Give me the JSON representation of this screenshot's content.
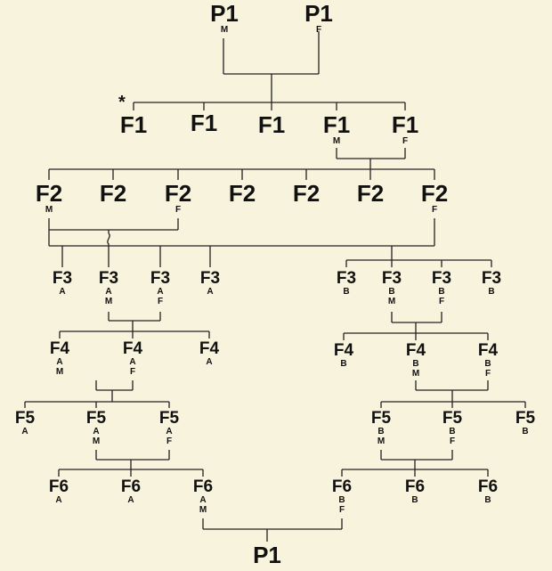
{
  "diagram": {
    "marker": "*",
    "line_color": "#222222",
    "background": "#f7f3dc",
    "nodes": [
      {
        "id": "p1m",
        "label": "P1",
        "sub": [
          "M"
        ]
      },
      {
        "id": "p1f",
        "label": "P1",
        "sub": [
          "F"
        ]
      },
      {
        "id": "f1a",
        "label": "F1",
        "sub": []
      },
      {
        "id": "f1b",
        "label": "F1",
        "sub": []
      },
      {
        "id": "f1c",
        "label": "F1",
        "sub": []
      },
      {
        "id": "f1d",
        "label": "F1",
        "sub": [
          "M"
        ]
      },
      {
        "id": "f1e",
        "label": "F1",
        "sub": [
          "F"
        ]
      },
      {
        "id": "f2a",
        "label": "F2",
        "sub": [
          "M"
        ]
      },
      {
        "id": "f2b",
        "label": "F2",
        "sub": []
      },
      {
        "id": "f2c",
        "label": "F2",
        "sub": [
          "F"
        ]
      },
      {
        "id": "f2d",
        "label": "F2",
        "sub": []
      },
      {
        "id": "f2e",
        "label": "F2",
        "sub": []
      },
      {
        "id": "f2f",
        "label": "F2",
        "sub": []
      },
      {
        "id": "f2g",
        "label": "F2",
        "sub": [
          "F"
        ]
      },
      {
        "id": "f3a1",
        "label": "F3",
        "sub": [
          "A"
        ]
      },
      {
        "id": "f3a2",
        "label": "F3",
        "sub": [
          "A",
          "M"
        ]
      },
      {
        "id": "f3a3",
        "label": "F3",
        "sub": [
          "A",
          "F"
        ]
      },
      {
        "id": "f3a4",
        "label": "F3",
        "sub": [
          "A"
        ]
      },
      {
        "id": "f3b1",
        "label": "F3",
        "sub": [
          "B"
        ]
      },
      {
        "id": "f3b2",
        "label": "F3",
        "sub": [
          "B",
          "M"
        ]
      },
      {
        "id": "f3b3",
        "label": "F3",
        "sub": [
          "B",
          "F"
        ]
      },
      {
        "id": "f3b4",
        "label": "F3",
        "sub": [
          "B"
        ]
      },
      {
        "id": "f4a1",
        "label": "F4",
        "sub": [
          "A",
          "M"
        ]
      },
      {
        "id": "f4a2",
        "label": "F4",
        "sub": [
          "A",
          "F"
        ]
      },
      {
        "id": "f4a3",
        "label": "F4",
        "sub": [
          "A"
        ]
      },
      {
        "id": "f4b1",
        "label": "F4",
        "sub": [
          "B"
        ]
      },
      {
        "id": "f4b2",
        "label": "F4",
        "sub": [
          "B",
          "M"
        ]
      },
      {
        "id": "f4b3",
        "label": "F4",
        "sub": [
          "B",
          "F"
        ]
      },
      {
        "id": "f5a1",
        "label": "F5",
        "sub": [
          "A"
        ]
      },
      {
        "id": "f5a2",
        "label": "F5",
        "sub": [
          "A",
          "M"
        ]
      },
      {
        "id": "f5a3",
        "label": "F5",
        "sub": [
          "A",
          "F"
        ]
      },
      {
        "id": "f5b1",
        "label": "F5",
        "sub": [
          "B",
          "M"
        ]
      },
      {
        "id": "f5b2",
        "label": "F5",
        "sub": [
          "B",
          "F"
        ]
      },
      {
        "id": "f5b3",
        "label": "F5",
        "sub": [
          "B"
        ]
      },
      {
        "id": "f6a1",
        "label": "F6",
        "sub": [
          "A"
        ]
      },
      {
        "id": "f6a2",
        "label": "F6",
        "sub": [
          "A"
        ]
      },
      {
        "id": "f6a3",
        "label": "F6",
        "sub": [
          "A",
          "M"
        ]
      },
      {
        "id": "f6b1",
        "label": "F6",
        "sub": [
          "B",
          "F"
        ]
      },
      {
        "id": "f6b2",
        "label": "F6",
        "sub": [
          "B"
        ]
      },
      {
        "id": "f6b3",
        "label": "F6",
        "sub": [
          "B"
        ]
      },
      {
        "id": "p1new",
        "label": "P1",
        "sub": []
      }
    ]
  }
}
